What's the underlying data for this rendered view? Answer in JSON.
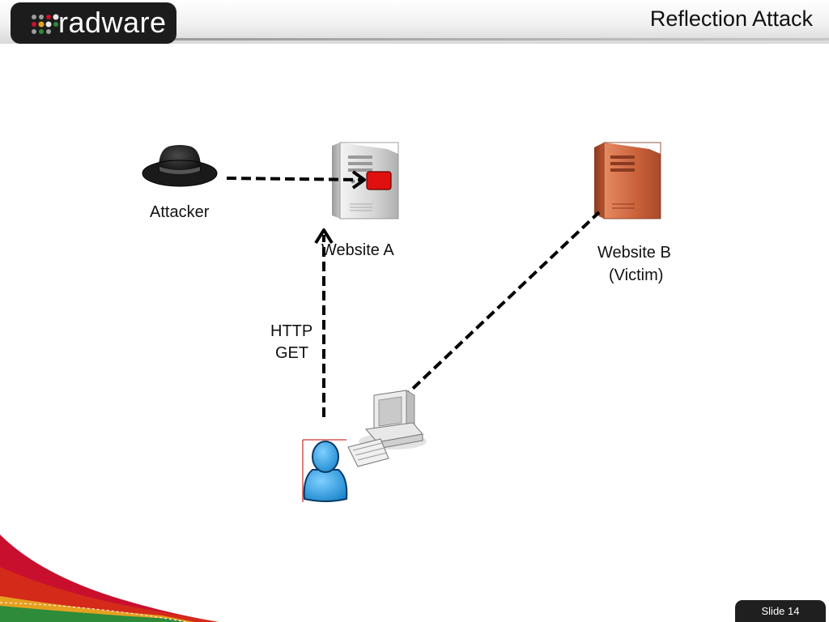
{
  "header": {
    "logo_text": "radware",
    "title": "Reflection Attack"
  },
  "diagram": {
    "attacker_label": "Attacker",
    "website_a_label": "Website A",
    "website_b_label_line1": "Website B",
    "website_b_label_line2": "(Victim)",
    "http_label_line1": "HTTP",
    "http_label_line2": "GET"
  },
  "colors": {
    "brand_red": "#c8102e",
    "brand_green": "#2e8b3a",
    "victim_server": "#c9603a",
    "user_blue": "#2a9fe0",
    "payload_red": "#e01010"
  },
  "footer": {
    "slide_number": "Slide 14"
  }
}
